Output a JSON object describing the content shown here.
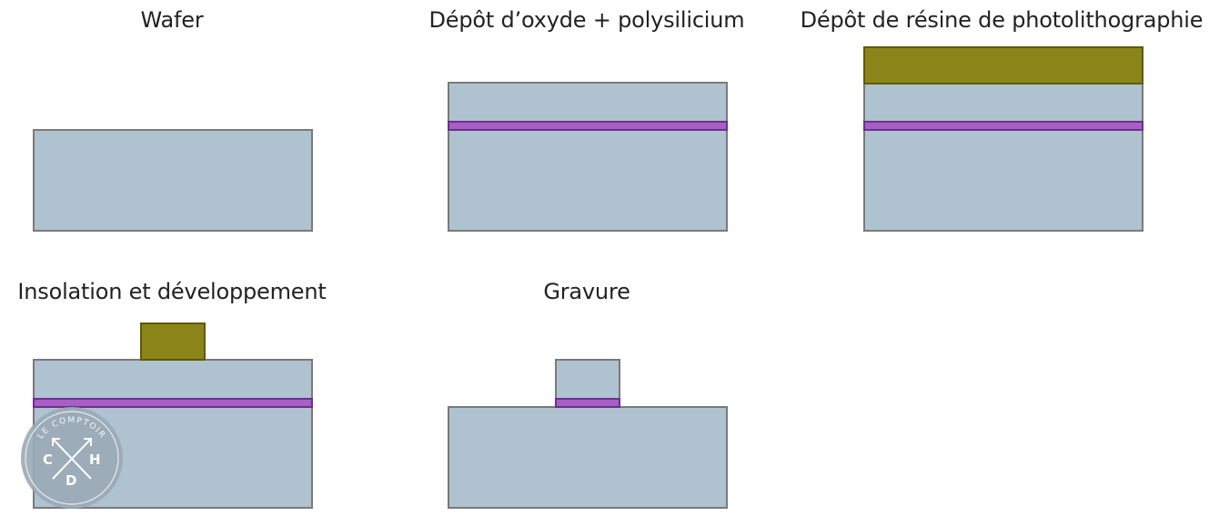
{
  "steps": [
    {
      "title": "Wafer"
    },
    {
      "title": "Dépôt d’oxyde + polysilicium"
    },
    {
      "title": "Dépôt de résine de photolithographie"
    },
    {
      "title": "Insolation et développement"
    },
    {
      "title": "Gravure"
    }
  ],
  "logo": {
    "top_text": "LE COMPTOIR",
    "letters": [
      "C",
      "H",
      "D"
    ]
  },
  "colors": {
    "silicon": "#afc2cf",
    "polysilicon": "#a75fc3",
    "photoresist": "#8b8418",
    "outline": "#7a7a7a"
  }
}
